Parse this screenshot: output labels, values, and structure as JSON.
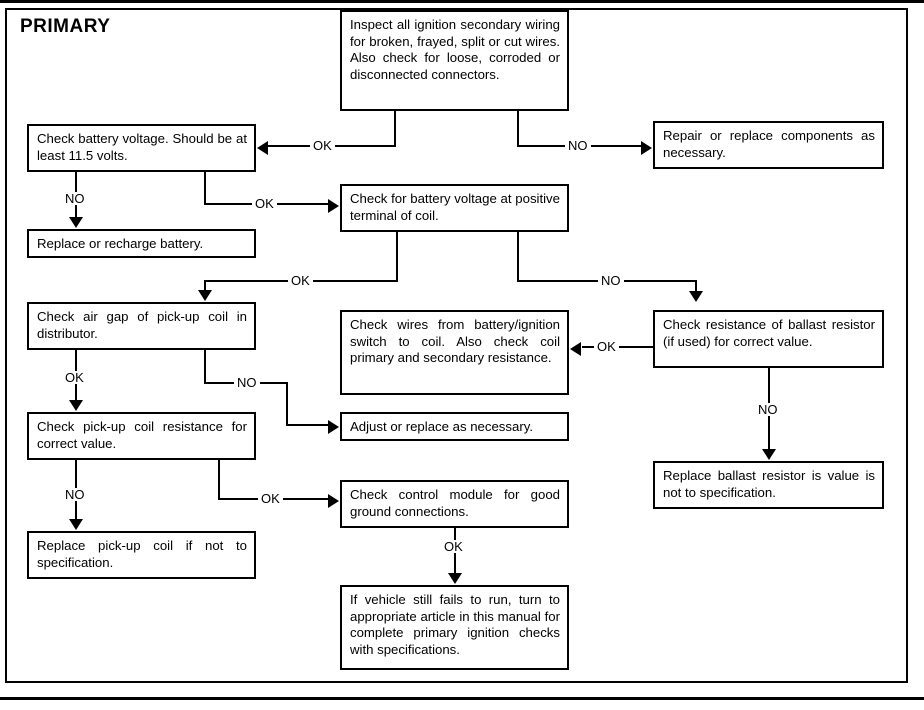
{
  "chart_data": {
    "type": "diagram",
    "title": "PRIMARY",
    "diagram_kind": "troubleshooting-flowchart",
    "nodes": [
      {
        "id": "inspect",
        "text": "Inspect all ignition secondary wiring for broken, frayed, split or cut wires. Also check for loose, corroded or disconnected connectors."
      },
      {
        "id": "battery_voltage",
        "text": "Check battery voltage. Should be at least 11.5 volts."
      },
      {
        "id": "repair_replace",
        "text": "Repair or replace components as necessary."
      },
      {
        "id": "replace_battery",
        "text": "Replace or recharge battery."
      },
      {
        "id": "coil_positive",
        "text": "Check for battery voltage at positive terminal of coil."
      },
      {
        "id": "air_gap",
        "text": "Check air gap of pick-up coil in distributor."
      },
      {
        "id": "check_wires",
        "text": "Check wires from battery/ignition switch to coil. Also check coil primary and secondary resistance."
      },
      {
        "id": "ballast",
        "text": "Check resistance of ballast resistor (if used) for correct value."
      },
      {
        "id": "pickup_resistance",
        "text": "Check pick-up coil resistance for correct value."
      },
      {
        "id": "adjust_replace",
        "text": "Adjust or replace as necessary."
      },
      {
        "id": "replace_ballast",
        "text": "Replace ballast resistor is value is not to specification."
      },
      {
        "id": "control_module",
        "text": "Check control module for good ground connections."
      },
      {
        "id": "replace_pickup",
        "text": "Replace pick-up coil if not to specification."
      },
      {
        "id": "final",
        "text": "If vehicle still fails to run, turn to appropriate article in this manual for complete primary ignition checks with specifications."
      }
    ],
    "edges": [
      {
        "from": "inspect",
        "to": "battery_voltage",
        "label": "OK"
      },
      {
        "from": "inspect",
        "to": "repair_replace",
        "label": "NO"
      },
      {
        "from": "battery_voltage",
        "to": "replace_battery",
        "label": "NO"
      },
      {
        "from": "battery_voltage",
        "to": "coil_positive",
        "label": "OK"
      },
      {
        "from": "coil_positive",
        "to": "air_gap",
        "label": "OK"
      },
      {
        "from": "coil_positive",
        "to": "ballast",
        "label": "NO"
      },
      {
        "from": "ballast",
        "to": "check_wires",
        "label": "OK"
      },
      {
        "from": "ballast",
        "to": "replace_ballast",
        "label": "NO"
      },
      {
        "from": "air_gap",
        "to": "pickup_resistance",
        "label": "OK"
      },
      {
        "from": "air_gap",
        "to": "adjust_replace",
        "label": "NO"
      },
      {
        "from": "pickup_resistance",
        "to": "replace_pickup",
        "label": "NO"
      },
      {
        "from": "pickup_resistance",
        "to": "control_module",
        "label": "OK"
      },
      {
        "from": "control_module",
        "to": "final",
        "label": "OK"
      }
    ],
    "edge_labels": [
      "OK",
      "NO"
    ],
    "colors": {
      "ink": "#000000",
      "background": "#ffffff"
    }
  },
  "title": "PRIMARY",
  "boxes": {
    "inspect": "Inspect all ignition secondary wiring for broken, frayed, split or cut wires. Also check for loose, corroded or disconnected connectors.",
    "battery_voltage": "Check battery voltage. Should be at least 11.5 volts.",
    "repair_replace": "Repair or replace components as necessary.",
    "replace_battery": "Replace or recharge battery.",
    "coil_positive": "Check for battery voltage at positive terminal of coil.",
    "air_gap": "Check air gap of pick-up coil in distributor.",
    "check_wires": "Check wires from battery/ignition switch to coil. Also check coil primary and secondary resistance.",
    "ballast": "Check resistance of ballast resistor (if used) for correct value.",
    "pickup_resistance": "Check pick-up coil resistance for correct value.",
    "adjust_replace": "Adjust or replace as necessary.",
    "replace_ballast": "Replace ballast resistor is value is not to specification.",
    "control_module": "Check control module for good ground connections.",
    "replace_pickup": "Replace pick-up coil if not to specification.",
    "final": "If vehicle still fails to run, turn to appropriate article in this manual for complete primary ignition checks with specifications."
  },
  "labels": {
    "ok_inspect_battery": "OK",
    "no_inspect_repair": "NO",
    "no_battery_replace": "NO",
    "ok_battery_coil": "OK",
    "ok_coil_airgap": "OK",
    "no_coil_ballast": "NO",
    "ok_ballast_wires": "OK",
    "no_ballast_replace": "NO",
    "ok_airgap_pickup": "OK",
    "no_airgap_adjust": "NO",
    "no_pickup_replace": "NO",
    "ok_pickup_control": "OK",
    "ok_control_final": "OK"
  }
}
